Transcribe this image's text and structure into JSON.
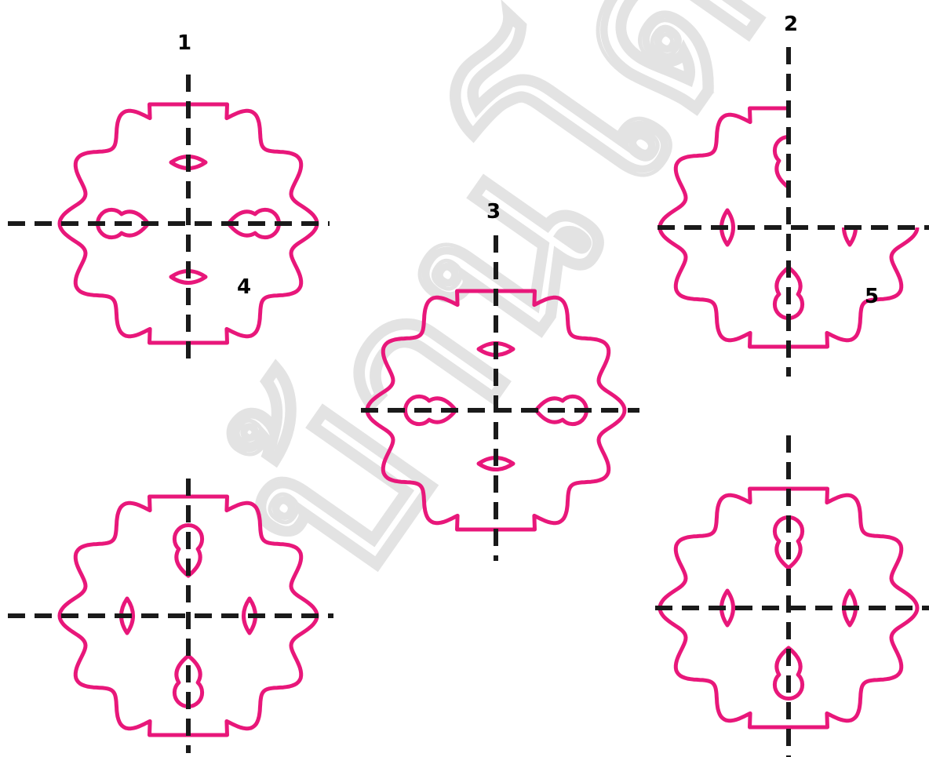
{
  "watermark": "บ้านโดกล",
  "colors": {
    "outline": "#e8177a",
    "axis": "#1a1a1a",
    "label": "#000000"
  },
  "labels": [
    "1",
    "2",
    "3",
    "4",
    "5"
  ],
  "figures": [
    {
      "id": "pattern-1",
      "label": "1"
    },
    {
      "id": "pattern-2",
      "label": "2"
    },
    {
      "id": "pattern-3",
      "label": "3"
    },
    {
      "id": "pattern-4",
      "label": "4"
    },
    {
      "id": "pattern-5",
      "label": "5"
    }
  ]
}
